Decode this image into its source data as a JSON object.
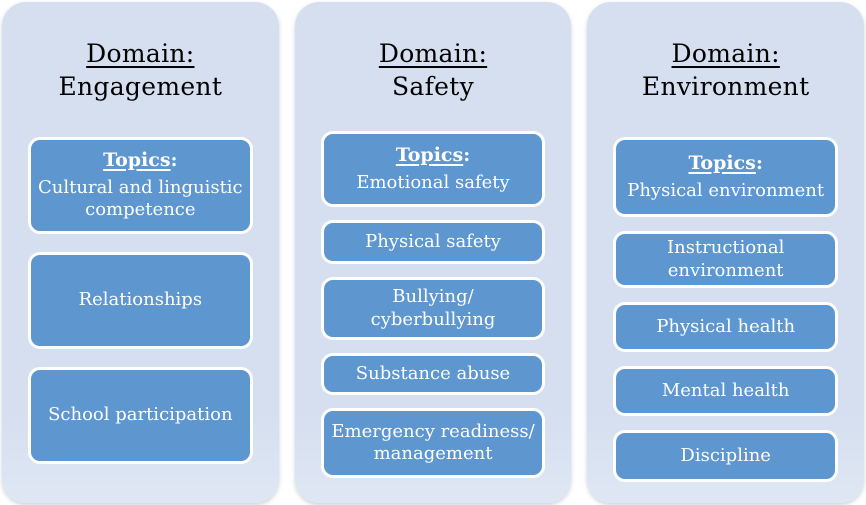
{
  "figure": {
    "columns": [
      {
        "domain_label": "Domain:",
        "domain_name": "Engagement",
        "topics_label": "Topics",
        "topics_colon": ":",
        "boxes": [
          "Cultural and linguistic\ncompetence",
          "Relationships",
          "School participation"
        ]
      },
      {
        "domain_label": "Domain:",
        "domain_name": "Safety",
        "topics_label": "Topics",
        "topics_colon": ":",
        "boxes": [
          "Emotional safety",
          "Physical safety",
          "Bullying/\ncyberbullying",
          "Substance abuse",
          "Emergency readiness/\nmanagement"
        ]
      },
      {
        "domain_label": "Domain:",
        "domain_name": "Environment",
        "topics_label": "Topics",
        "topics_colon": ":",
        "boxes": [
          "Physical environment",
          "Instructional\nenvironment",
          "Physical health",
          "Mental health",
          "Discipline"
        ]
      }
    ]
  },
  "colors": {
    "panel_bg": "#d5dfef",
    "box_bg": "#5e96d0",
    "box_border": "#ffffff",
    "header_text": "#000000",
    "box_text": "#ffffff"
  }
}
